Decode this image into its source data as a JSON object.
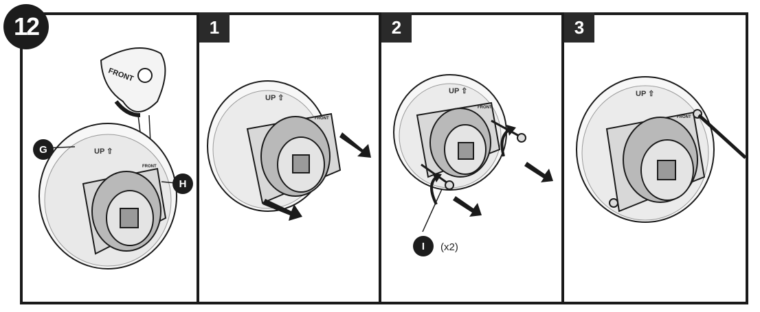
{
  "figure": {
    "step_badge": "12",
    "panels": [
      {
        "id": "intro",
        "callouts": [
          "G",
          "H"
        ],
        "detail_label": "FRONT",
        "plate_label": "UP ⇧",
        "tab_label": "FRONT"
      },
      {
        "id": "step1",
        "number": "1",
        "plate_label": "UP ⇧",
        "tab_label": "FRONT"
      },
      {
        "id": "step2",
        "number": "2",
        "plate_label": "UP ⇧",
        "tab_label": "FRONT",
        "callout": "I",
        "quantity": "(x2)"
      },
      {
        "id": "step3",
        "number": "3",
        "plate_label": "UP ⇧",
        "tab_label": "FRONT"
      }
    ]
  },
  "colors": {
    "ink": "#1a1a1a",
    "shade": "#cfcfcf",
    "light": "#ededed",
    "mid": "#a9a9a9",
    "dark": "#6e6e6e"
  }
}
